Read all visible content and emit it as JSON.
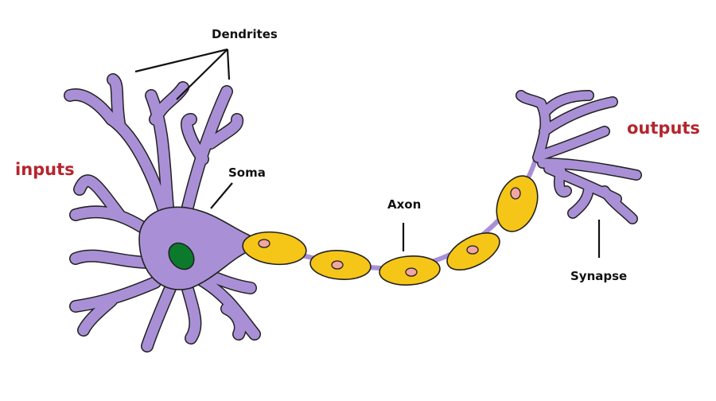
{
  "labels": {
    "dendrites": "Dendrites",
    "soma": "Soma",
    "axon": "Axon",
    "synapse": "Synapse",
    "inputs": "inputs",
    "outputs": "outputs"
  },
  "colors": {
    "neuron_body": "#a990d6",
    "nucleus": "#0c7a2c",
    "myelin": "#f5c518",
    "myelin_nucleus": "#f2a6a3",
    "io_label": "#b5252d",
    "outline": "#222222"
  }
}
